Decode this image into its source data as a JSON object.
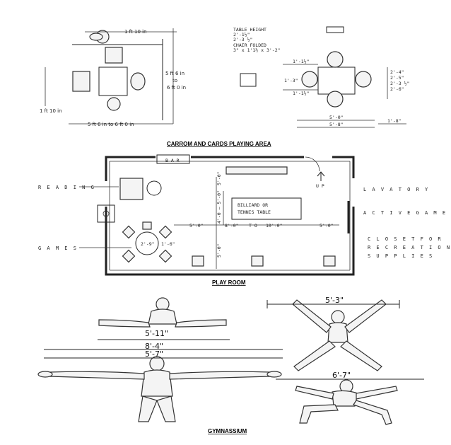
{
  "sections": {
    "carrom": {
      "caption": "CARROM AND CARDS PLAYING AREA",
      "dims": {
        "top": "1 ft 10 in",
        "right_a": "5 ft 6 in",
        "right_b": "to",
        "right_c": "6 ft 0 in",
        "left": "1 ft 10 in",
        "bottom": "5 ft 6 in to 6 ft 0 in"
      },
      "notes": {
        "table_height": "TABLE HEIGHT",
        "th_a": "2'-1½\"",
        "th_b": "2'-3 ½\"",
        "chair_folded": "CHAIR FOLDED",
        "cf_a": "3\" x 1'1½ x 3'-2\"",
        "d1": "1'-1½\"",
        "d2": "1'-3\"",
        "d3": "1'-1½\"",
        "r1": "2'-4\"",
        "r2": "2'-5\"",
        "r3": "2'-3 ½\"",
        "r4": "2'-6\"",
        "b1": "5'-0\"",
        "b2": "5'-8\"",
        "b3": "1'-8\""
      }
    },
    "playroom": {
      "caption": "PLAY ROOM",
      "bar": "B A R",
      "up": "U P",
      "reading": "R E A D I N G",
      "games": "G A M E S",
      "lavatory": "L A V A T O R Y",
      "active_games": "A C T I V E   G A M E S",
      "closet_1": "C L O S E T   F O R",
      "closet_2": "R E C R E A T I O N",
      "closet_3": "S U P P L I E S",
      "billiard_1": "BILLIARD  OR",
      "billiard_2": "TENNIS  TABLE",
      "dims": {
        "v_top": "5'-0\"",
        "v_mid": "4'-0 — 5'-0\"",
        "v_bot": "5'-0\"",
        "h_left": "5'-0\"",
        "h_mid_a": "8'-0\"",
        "h_mid_to": "T O",
        "h_mid_b": "10'-0\"",
        "h_right": "5'-0\"",
        "table": "2'-9\"",
        "table_r": "1'-6\""
      }
    },
    "gymnasium": {
      "caption": "GYMNASSIUM",
      "dims": {
        "legs_span": "5'-11\"",
        "arms_span": "8'-4\"",
        "height": "5'-7\"",
        "star_span": "5'-3\"",
        "lunge_span": "6'-7\""
      }
    }
  }
}
